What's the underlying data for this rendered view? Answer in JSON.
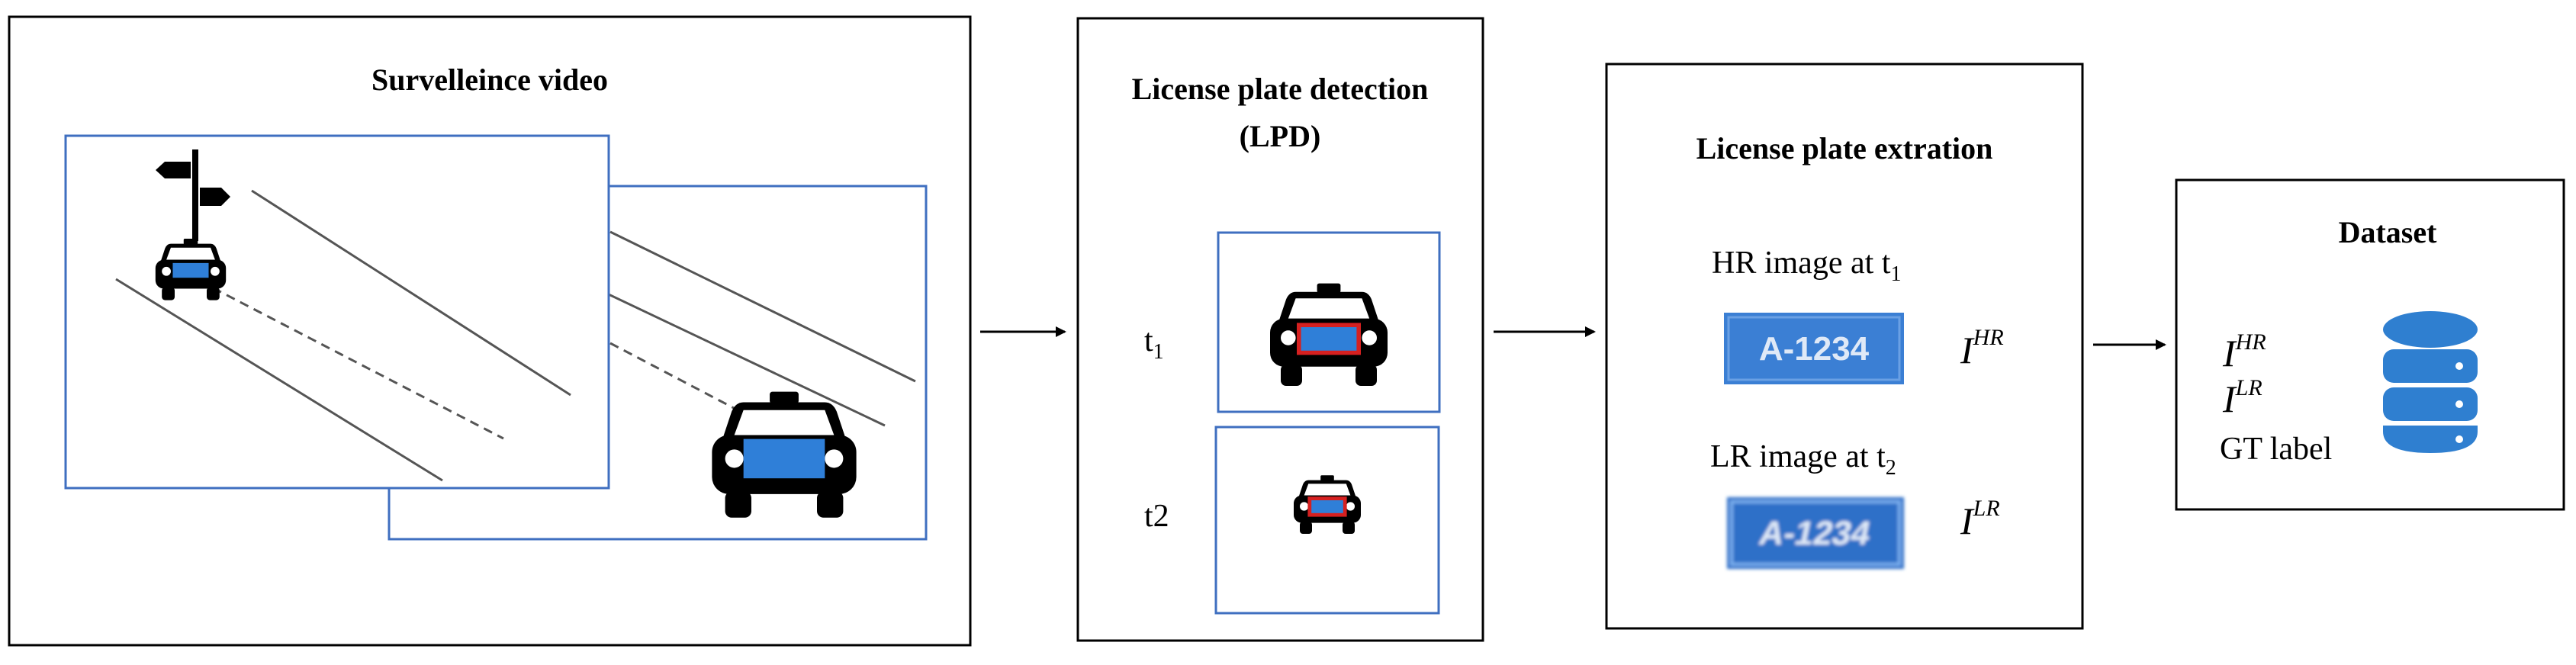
{
  "stages": {
    "video": {
      "title": "Survelleince video"
    },
    "detection": {
      "title_line1": "License plate detection",
      "title_line2": "(LPD)",
      "frame1_label": "t",
      "frame1_sub": "1",
      "frame2_label": "t2"
    },
    "extraction": {
      "title": "License plate extration",
      "hr_caption": "HR image at t",
      "hr_caption_sub": "1",
      "hr_plate_text": "A-1234",
      "hr_symbol": "I",
      "hr_symbol_sup": "HR",
      "lr_caption": "LR image at t",
      "lr_caption_sub": "2",
      "lr_plate_text": "A-1234",
      "lr_symbol": "I",
      "lr_symbol_sup": "LR"
    },
    "dataset": {
      "title": "Dataset",
      "item1": "I",
      "item1_sup": "HR",
      "item2": "I",
      "item2_sup": "LR",
      "item3": "GT label"
    }
  },
  "colors": {
    "frame_blue": "#3f6fc0",
    "plate_blue": "#2f7fd8",
    "plate_red": "#d62020",
    "db_blue": "#2f7fd0"
  },
  "icons": [
    "road-sign-icon",
    "taxi-icon",
    "license-plate-icon",
    "database-icon",
    "arrow-icon"
  ]
}
